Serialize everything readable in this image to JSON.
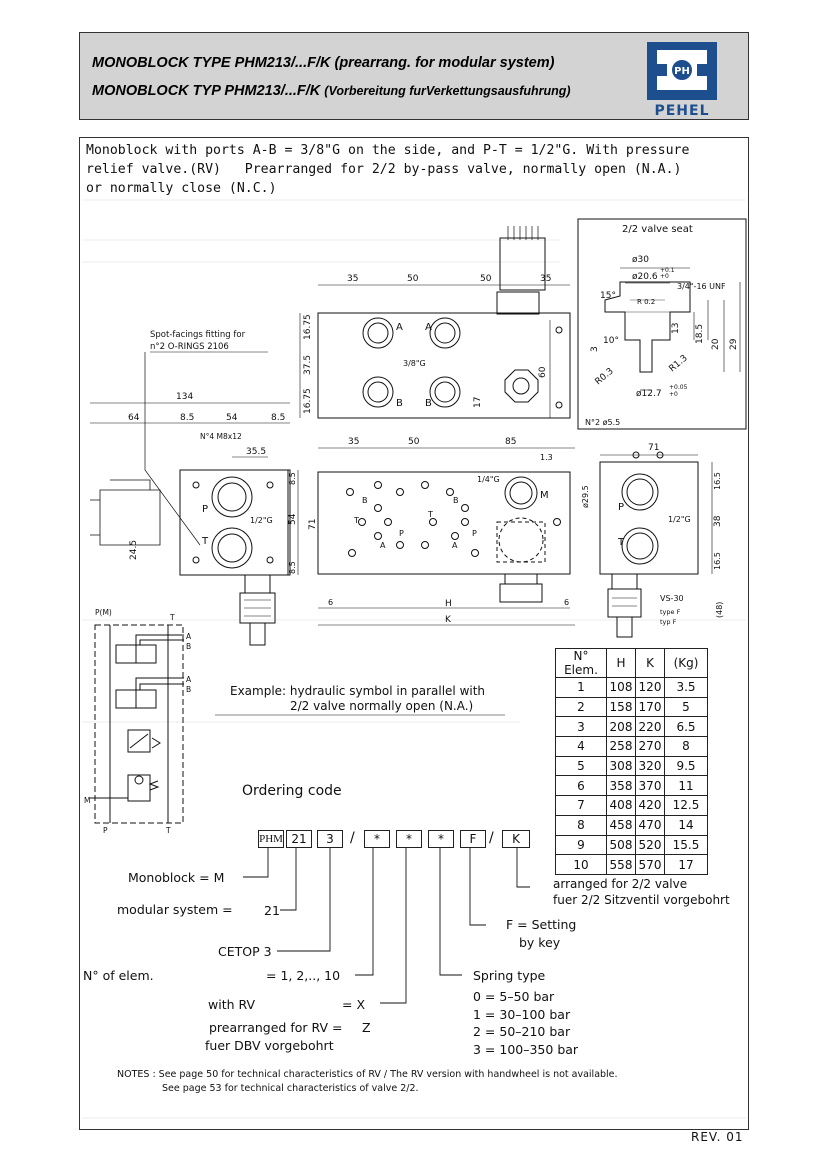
{
  "header": {
    "title_en_main": "MONOBLOCK TYPE PHM213/...F/K (prearrang. for modular system)",
    "title_de_main": "MONOBLOCK TYP PHM213/...F/K",
    "title_de_small": "(Vorbereitung furVerkettungsausfuhrung)",
    "logo_mark": "PH",
    "logo_text": "PEHEL"
  },
  "intro": {
    "line1": "Monoblock with ports A-B = 3/8\"G on the side, and P-T = 1/2\"G. With pressure",
    "line2": "relief valve.(RV)   Prearranged for 2/2 by-pass valve, normally open (N.A.)",
    "line3": "or normally close (N.C.)"
  },
  "drawing": {
    "valve_seat_title": "2/2 valve seat",
    "seat_dims": [
      "ø30",
      "ø20.6",
      "+0.1",
      "+0",
      "3/4\"-16 UNF",
      "15°",
      "R 0.2",
      "13",
      "18.5",
      "20",
      "29",
      "10°",
      "3",
      "R0.3",
      "R1.3",
      "ø12.7",
      "+0.05",
      "+0"
    ],
    "top_dims": [
      "35",
      "50",
      "50",
      "35",
      "16.75",
      "37.5",
      "16.75",
      "60",
      "17",
      "3/8\"G"
    ],
    "spot_facing": [
      "Spot-facings fitting for",
      "n°2 O-RINGS 2106"
    ],
    "side_dims": [
      "134",
      "64",
      "8.5",
      "54",
      "8.5",
      "N°4 M8x12",
      "35.5",
      "24.5",
      "1/2\"G",
      "54",
      "8.5",
      "8.5"
    ],
    "front_dims": [
      "35",
      "50",
      "85",
      "1/4\"G",
      "1.3",
      "ø29.5",
      "71",
      "6",
      "H",
      "6",
      "K",
      "N°2 ø5.5"
    ],
    "right_dims": [
      "71",
      "16.5",
      "38",
      "16.5",
      "1/2\"G",
      "VS-30",
      "type F",
      "typ F",
      "(48)"
    ],
    "ports": [
      "A",
      "A",
      "B",
      "B",
      "P",
      "T",
      "M",
      "P",
      "T"
    ],
    "symbol_labels": [
      "P(M)",
      "T",
      "A",
      "B",
      "A",
      "B",
      "M",
      "P",
      "T"
    ]
  },
  "example_text": {
    "line1": "Example: hydraulic symbol in parallel with",
    "line2": "2/2 valve normally open (N.A.)"
  },
  "table": {
    "headers": [
      "N° Elem.",
      "H",
      "K",
      "(Kg)"
    ],
    "rows": [
      [
        "1",
        "108",
        "120",
        "3.5"
      ],
      [
        "2",
        "158",
        "170",
        "5"
      ],
      [
        "3",
        "208",
        "220",
        "6.5"
      ],
      [
        "4",
        "258",
        "270",
        "8"
      ],
      [
        "5",
        "308",
        "320",
        "9.5"
      ],
      [
        "6",
        "358",
        "370",
        "11"
      ],
      [
        "7",
        "408",
        "420",
        "12.5"
      ],
      [
        "8",
        "458",
        "470",
        "14"
      ],
      [
        "9",
        "508",
        "520",
        "15.5"
      ],
      [
        "10",
        "558",
        "570",
        "17"
      ]
    ]
  },
  "ordering": {
    "title": "Ordering code",
    "code_boxes": [
      "PHM",
      "21",
      "3",
      "/",
      "*",
      "*",
      "*",
      "F",
      "/",
      "K"
    ],
    "monoblock": "Monoblock  =  M",
    "modular": "modular system  =",
    "modular_val": "21",
    "cetop": "CETOP 3",
    "elem_label": "N° of elem.",
    "elem_val": "= 1, 2,.., 10",
    "rv_label": "with RV",
    "rv_val": "= X",
    "prearr_label": "prearranged for RV =",
    "prearr_val": "Z",
    "dbv": "fuer DBV vorgebohrt",
    "spring_title": "Spring type",
    "spring": [
      "0  =  5–50 bar",
      "1  =  30–100 bar",
      "2  =  50–210 bar",
      "3  =  100–350 bar"
    ],
    "f_setting1": "F = Setting",
    "f_setting2": "by key",
    "k_arr1": "arranged for 2/2 valve",
    "k_arr2": "fuer 2/2 Sitzventil vorgebohrt"
  },
  "notes": {
    "line1": "NOTES :  See page 50 for technical characteristics of RV / The RV version with handwheel is not available.",
    "line2": "See page 53 for technical characteristics of valve 2/2."
  },
  "rev": "REV. 01"
}
